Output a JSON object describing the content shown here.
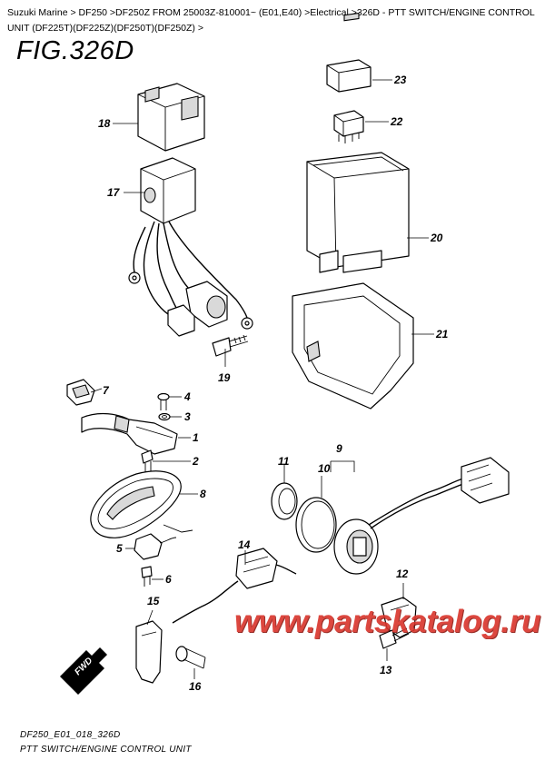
{
  "breadcrumb": {
    "text": "Suzuki Marine > DF250 >DF250Z FROM 25003Z-810001~ (E01,E40) >Electrical >326D - PTT SWITCH/ENGINE CONTROL UNIT (DF225T)(DF225Z)(DF250T)(DF250Z) >"
  },
  "figure": {
    "title": "FIG.326D"
  },
  "callouts": [
    "1",
    "2",
    "3",
    "4",
    "5",
    "6",
    "7",
    "8",
    "9",
    "10",
    "11",
    "12",
    "13",
    "14",
    "15",
    "16",
    "17",
    "18",
    "19",
    "20",
    "21",
    "22",
    "23"
  ],
  "fwd_label": "FWD",
  "footer": {
    "code": "DF250_E01_018_326D",
    "caption": "PTT SWITCH/ENGINE CONTROL UNIT"
  },
  "watermark": "www.partskatalog.ru",
  "colors": {
    "watermark": "#d9342b",
    "shade": "#d9d9d9"
  }
}
